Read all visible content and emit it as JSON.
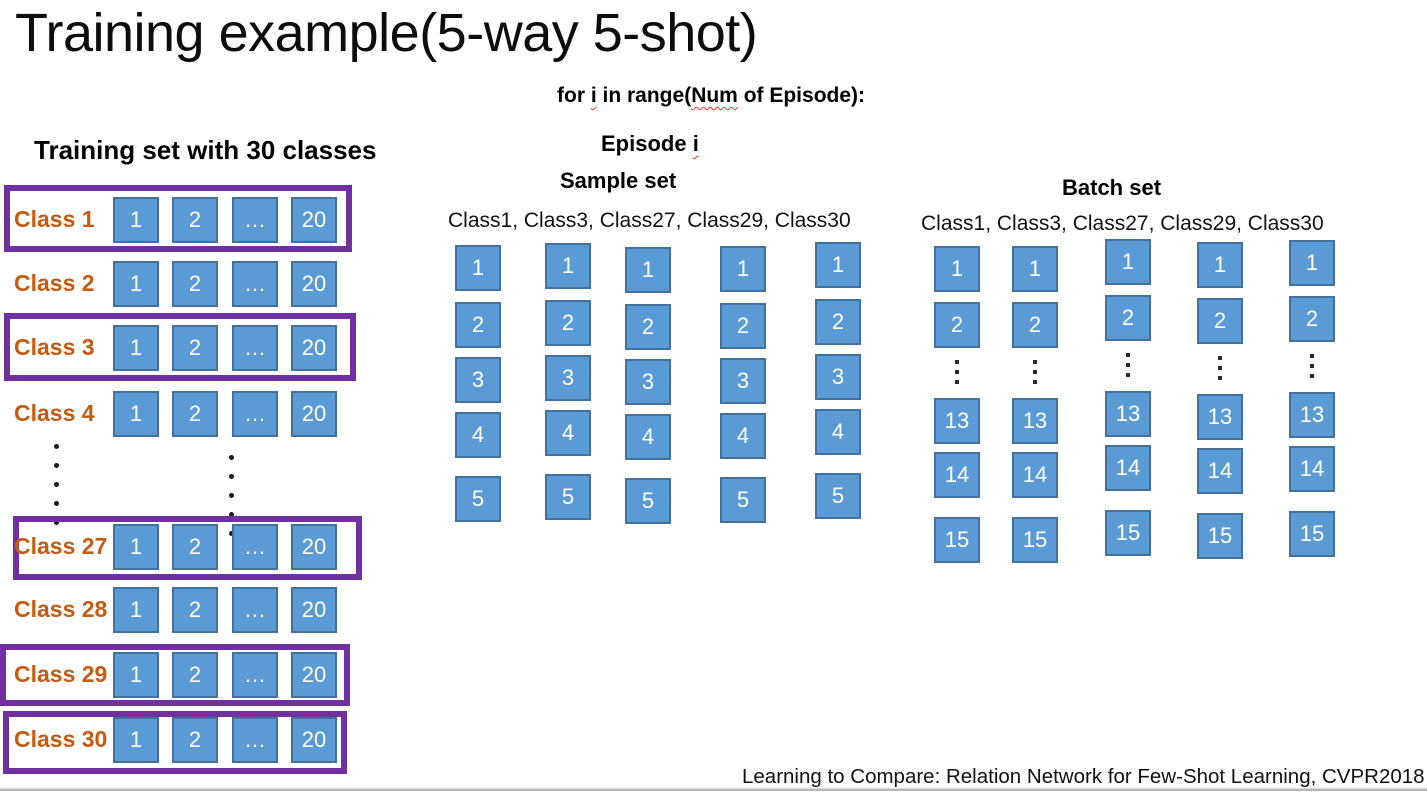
{
  "slide": {
    "title": "Training example(5-way 5-shot)",
    "citation": "Learning to Compare: Relation Network for Few-Shot Learning, CVPR2018"
  },
  "loop_line": {
    "seg1": "for ",
    "seg2": "i",
    "seg3": " in range(",
    "seg4": "Num",
    "seg5": " of Episode):"
  },
  "episode": {
    "seg1": "Episode ",
    "seg2": "i"
  },
  "training_set": {
    "heading": "Training set with 30 classes",
    "box_labels": [
      "1",
      "2",
      "…",
      "20"
    ],
    "rows": [
      {
        "label": "Class 1",
        "selected": true
      },
      {
        "label": "Class 2",
        "selected": false
      },
      {
        "label": "Class 3",
        "selected": true
      },
      {
        "label": "Class 4",
        "selected": false
      },
      {
        "label": "Class 27",
        "selected": true
      },
      {
        "label": "Class 28",
        "selected": false
      },
      {
        "label": "Class 29",
        "selected": true
      },
      {
        "label": "Class 30",
        "selected": true
      }
    ]
  },
  "sample_set": {
    "heading": "Sample set",
    "classes_line": "Class1, Class3, Class27, Class29, Class30",
    "columns": 5,
    "box_labels": [
      "1",
      "2",
      "3",
      "4",
      "5"
    ]
  },
  "batch_set": {
    "heading": "Batch set",
    "classes_line": "Class1, Class3, Class27, Class29, Class30",
    "columns": 5,
    "cells": [
      "1",
      "2",
      "⋮",
      "13",
      "14",
      "15"
    ]
  },
  "colors": {
    "box_fill": "#5b9bd5",
    "box_border": "#41719c",
    "class_label": "#c55a11",
    "selection": "#7030a0"
  }
}
